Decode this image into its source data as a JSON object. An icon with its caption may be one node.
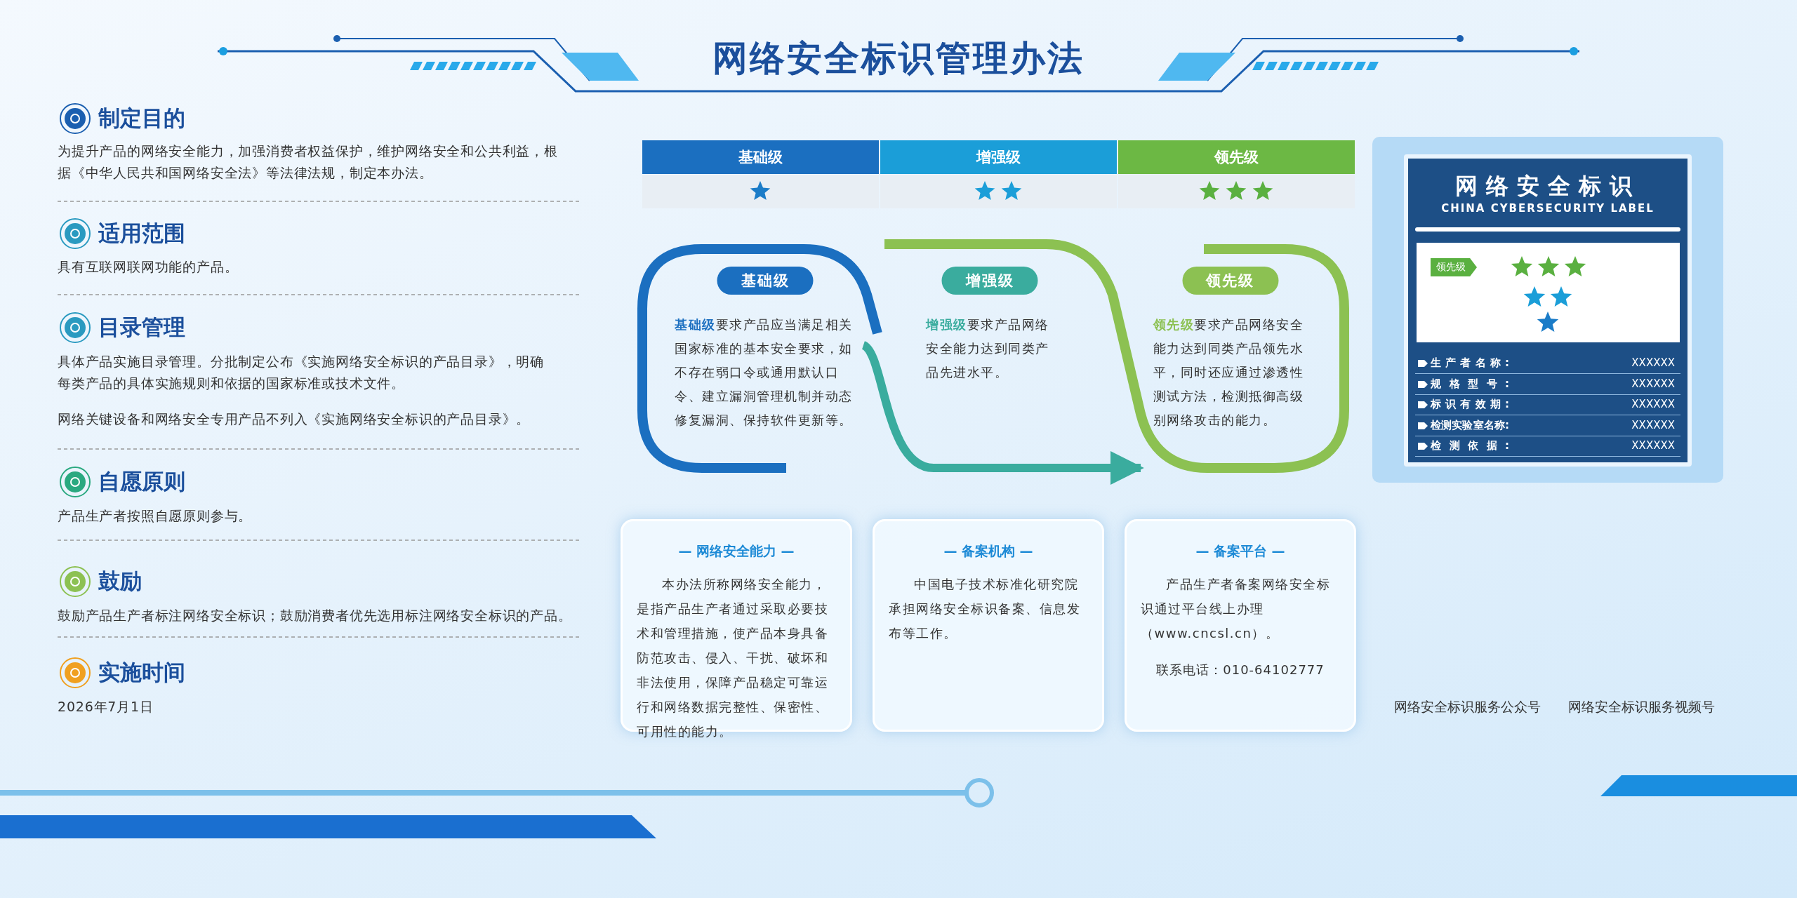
{
  "diagram": {
    "title": "网络安全标识管理办法",
    "nodes": [
      {
        "text": [
          "基础级",
          "**基础级**要求产品应当满足相关国家标准的基本安全要求，如不存在弱口令或通用默认口令、建立漏洞管理机制并动态修复漏洞、保持软件更新等。"
        ]
      },
      {
        "text": [
          "增强级",
          "**增强级**要求产品网络安全能力达到同类产品先进水平。"
        ]
      },
      {
        "text": [
          "领先级",
          "**领先级**要求产品网络安全能力达到同类产品领先水平，同时还应通过渗透性测试方法，检测抵御高级别网络攻击的能力。"
        ]
      },
      {
        "text": [
          "— 网络安全能力 —",
          "本办法所称网络安全能力，是指产品生产者通过采取必要技术和管理措施，使产品本身具备防范攻击、侵入、干扰、破坏和非法使用，保障产品稳定可靠运行和网络数据完整性、保密性、可用性的能力。"
        ]
      },
      {
        "text": [
          "— 备案机构 —",
          "中国电子技术标准化研究院承担网络安全标识备案、信息发布等工作。"
        ]
      },
      {
        "text": [
          "— 备案平台 —",
          "产品生产者备案网络安全标识通过平台线上办理（www.cncsl.cn）。",
          "联系电话：010-64102777"
        ]
      },
      {
        "text": [
          "网络安全标识",
          "CHINA CYBERSECURITY LABEL"
        ]
      },
      {
        "text": [
          "领先级"
        ],
        "in": 6
      }
    ],
    "edges": [
      {
        "from": 0,
        "to": 2,
        "arrow": "to"
      }
    ],
    "labels": [
      "制定目的",
      "为提升产品的网络安全能力，加强消费者权益保护，维护网络安全和公共利益，根据《中华人民共和国网络安全法》等法律法规，制定本办法。",
      "适用范围",
      "具有互联网联网功能的产品。",
      "目录管理",
      "具体产品实施目录管理。分批制定公布《实施网络安全标识的产品目录》，明确每类产品的具体实施规则和依据的国家标准或技术文件。",
      "网络关键设备和网络安全专用产品不列入《实施网络安全标识的产品目录》。",
      "自愿原则",
      "产品生产者按照自愿原则参与。",
      "鼓励",
      "鼓励产品生产者标注网络安全标识；鼓励消费者优先选用标注网络安全标识的产品。",
      "实施时间",
      "2026年7月1日",
      "基础级",
      "增强级",
      "领先级",
      "生产者名称:",
      "XXXXXX",
      "规格型号:",
      "XXXXXX",
      "标识有效期:",
      "XXXXXX",
      "检测实验室名称:",
      "XXXXXX",
      "检测依据:",
      "XXXXXX",
      "网络安全标识服务公众号",
      "网络安全标识服务视频号"
    ]
  }
}
